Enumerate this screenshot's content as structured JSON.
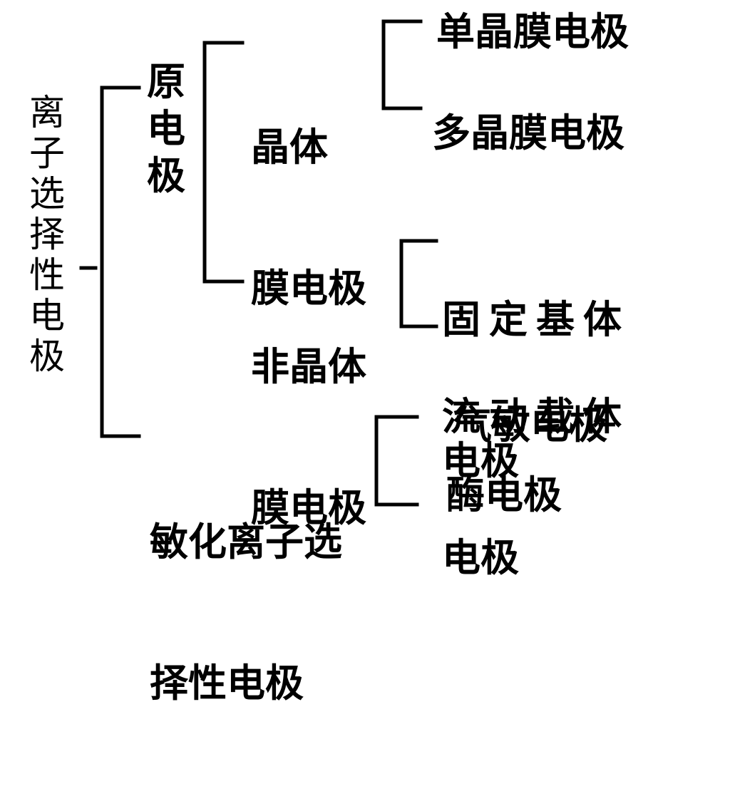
{
  "root": "离子选择性电极",
  "level1": {
    "primary": "原电极",
    "sensitized": [
      "敏化离子选",
      "择性电极"
    ]
  },
  "level2": {
    "crystal": [
      "晶体",
      "膜电极"
    ],
    "noncrystal": [
      "非晶体",
      "膜电极"
    ]
  },
  "level3": {
    "single_crystal": "单晶膜电极",
    "poly_crystal": "多晶膜电极",
    "rigid_matrix": [
      "固定基体",
      "电极"
    ],
    "mobile_carrier": [
      "流动载体",
      "电极"
    ],
    "gas_sensing": "气敏电极",
    "enzyme": "酶电极"
  }
}
